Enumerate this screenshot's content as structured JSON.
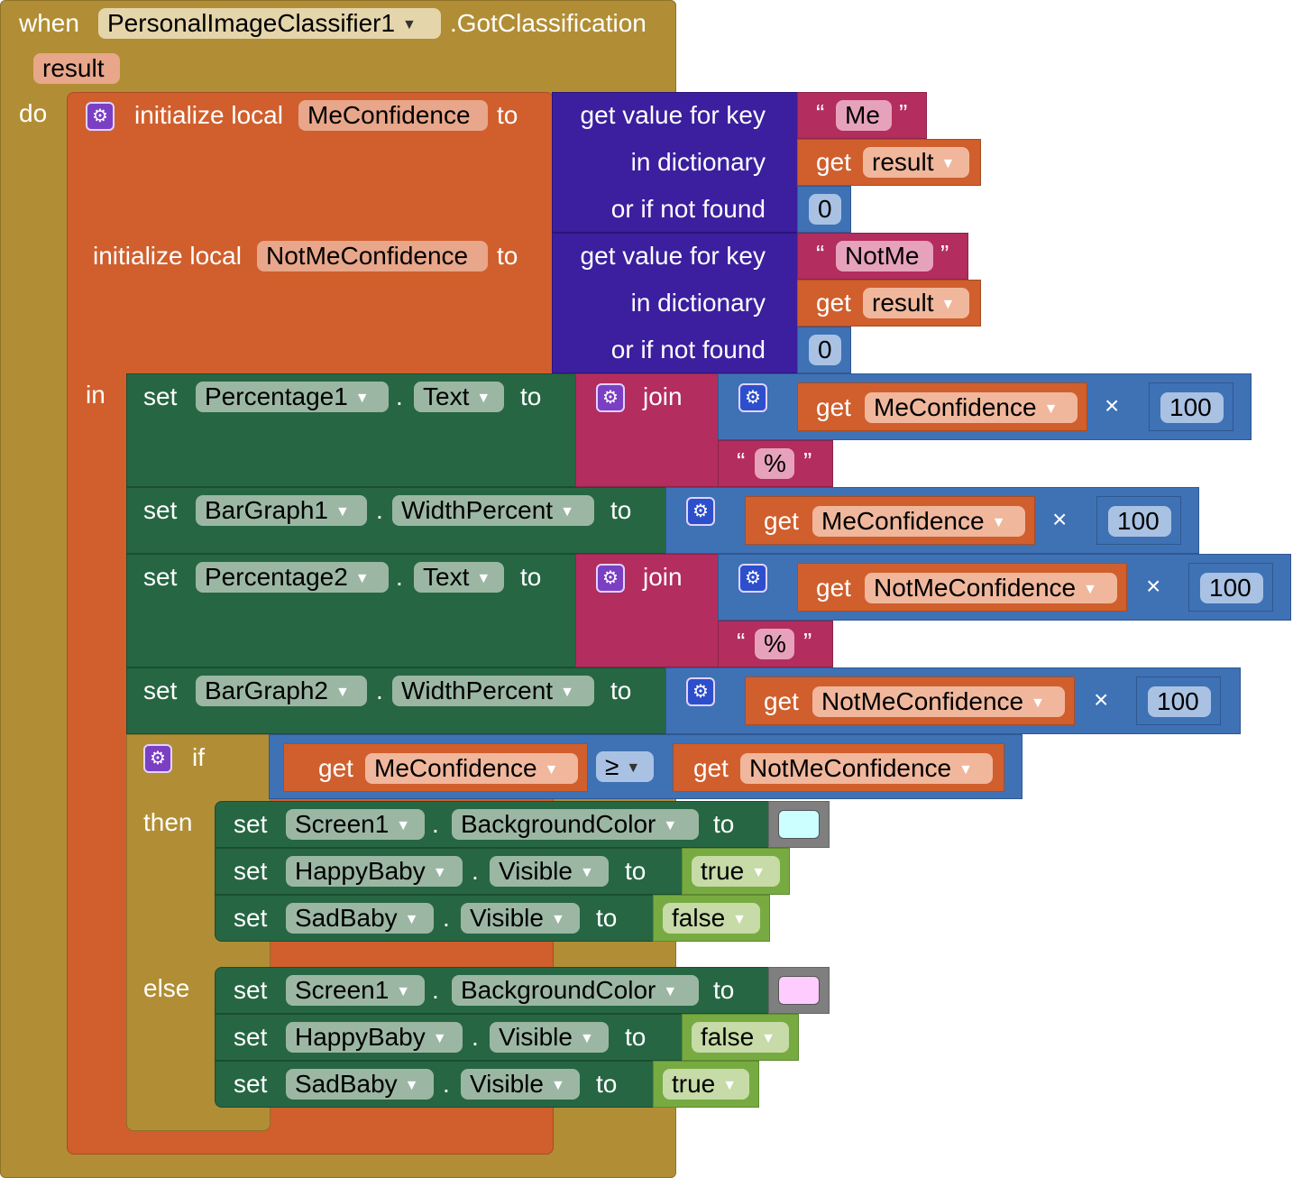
{
  "event": {
    "when_label": "when",
    "component": "PersonalImageClassifier1",
    "event_name": ".GotClassification",
    "param": "result",
    "do_label": "do"
  },
  "locals": {
    "init_label": "initialize local",
    "to_label": "to",
    "in_label": "in",
    "var1": "MeConfidence",
    "var2": "NotMeConfidence"
  },
  "dict": {
    "key_label": "get value for key",
    "dict_label": "in dictionary",
    "notfound_label": "or if not found",
    "key1": "Me",
    "key2": "NotMe",
    "get_label": "get",
    "result_var": "result",
    "default1": "0",
    "default2": "0"
  },
  "sets": {
    "set_label": "set",
    "dot": ".",
    "to_label": "to",
    "join_label": "join",
    "times": "×",
    "multiplier": "100",
    "percent": "%",
    "row1": {
      "component": "Percentage1",
      "property": "Text",
      "get_var": "MeConfidence"
    },
    "row2": {
      "component": "BarGraph1",
      "property": "WidthPercent",
      "get_var": "MeConfidence"
    },
    "row3": {
      "component": "Percentage2",
      "property": "Text",
      "get_var": "NotMeConfidence"
    },
    "row4": {
      "component": "BarGraph2",
      "property": "WidthPercent",
      "get_var": "NotMeConfidence"
    }
  },
  "ifblock": {
    "if_label": "if",
    "then_label": "then",
    "else_label": "else",
    "left_var": "MeConfidence",
    "operator": "≥",
    "right_var": "NotMeConfidence"
  },
  "then_rows": [
    {
      "component": "Screen1",
      "property": "BackgroundColor",
      "value_type": "color",
      "color": "#ccffff"
    },
    {
      "component": "HappyBaby",
      "property": "Visible",
      "value": "true"
    },
    {
      "component": "SadBaby",
      "property": "Visible",
      "value": "false"
    }
  ],
  "else_rows": [
    {
      "component": "Screen1",
      "property": "BackgroundColor",
      "value_type": "color",
      "color": "#ffccff"
    },
    {
      "component": "HappyBaby",
      "property": "Visible",
      "value": "false"
    },
    {
      "component": "SadBaby",
      "property": "Visible",
      "value": "true"
    }
  ],
  "colors": {
    "event": "#b18e35",
    "local": "#d05f2d",
    "dictionary": "#3b1f9e",
    "text": "#b32d5e",
    "math": "#3f71b5",
    "setter": "#266643",
    "logic": "#77ab41"
  }
}
